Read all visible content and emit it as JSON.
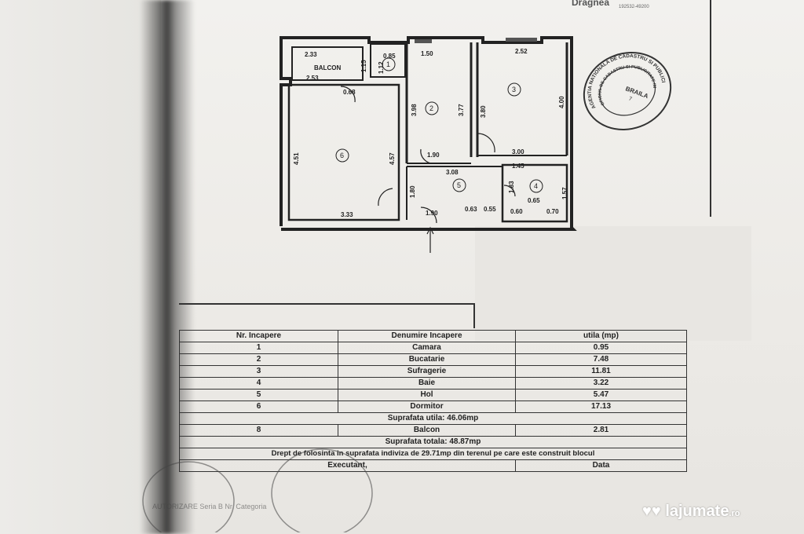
{
  "header": {
    "name": "Dragnea",
    "code": "192532-49200"
  },
  "plan": {
    "balcony_label": "BALCON",
    "dims": {
      "balcon_top": "2.33",
      "balcon_bottom": "2.53",
      "balcon_side": "1.15",
      "camara_w": "0.85",
      "camara_h": "1.12",
      "buc_top": "1.50",
      "buc_h": "3.98",
      "buc_h2": "3.77",
      "buc_bottom": "1.90",
      "sufr_top": "2.52",
      "sufr_left": "3.80",
      "sufr_right": "4.00",
      "sufr_bottom": "3.00",
      "dorm_top": "0.68",
      "dorm_left": "4.51",
      "dorm_right": "4.57",
      "dorm_bottom": "3.33",
      "hol_top": "3.08",
      "hol_left": "1.80",
      "hol_right": "1.83",
      "hol_bottom": "1.90",
      "hol_b1": "0.63",
      "hol_b2": "0.55",
      "baie_top": "1.45",
      "baie_mid": "0.65",
      "baie_side": "1.57",
      "baie_b1": "0.60",
      "baie_b2": "0.70"
    },
    "room_numbers": [
      "1",
      "2",
      "3",
      "4",
      "5",
      "6"
    ]
  },
  "seal": {
    "outer": "AGENTIA NATIONALA DE CADASTRU SI PUBLICITATE IMOBILIARA",
    "inner": "OFICIUL DE CADASTRU SI PUBLICITATE IMOBILIARA",
    "center": "BRAILA",
    "center_num": "7"
  },
  "table": {
    "headers": [
      "Nr. Incapere",
      "Denumire Incapere",
      "utila (mp)"
    ],
    "rows": [
      {
        "nr": "1",
        "name": "Camara",
        "area": "0.95"
      },
      {
        "nr": "2",
        "name": "Bucatarie",
        "area": "7.48"
      },
      {
        "nr": "3",
        "name": "Sufragerie",
        "area": "11.81"
      },
      {
        "nr": "4",
        "name": "Baie",
        "area": "3.22"
      },
      {
        "nr": "5",
        "name": "Hol",
        "area": "5.47"
      },
      {
        "nr": "6",
        "name": "Dormitor",
        "area": "17.13"
      }
    ],
    "util_total": "Suprafata utila: 46.06mp",
    "balcony": {
      "nr": "8",
      "name": "Balcon",
      "area": "2.81"
    },
    "total": "Suprafata totala: 48.87mp",
    "rights": "Drept de folosinta in suprafata indiviza de 29.71mp din terenul pe care este construit blocul",
    "executant": "Executant,",
    "date_label": "Data"
  },
  "stamp": {
    "text": "AUTORIZARE Seria B Nr. Categoria"
  },
  "watermark": {
    "brand": "lajumate",
    "tld": ".ro"
  }
}
